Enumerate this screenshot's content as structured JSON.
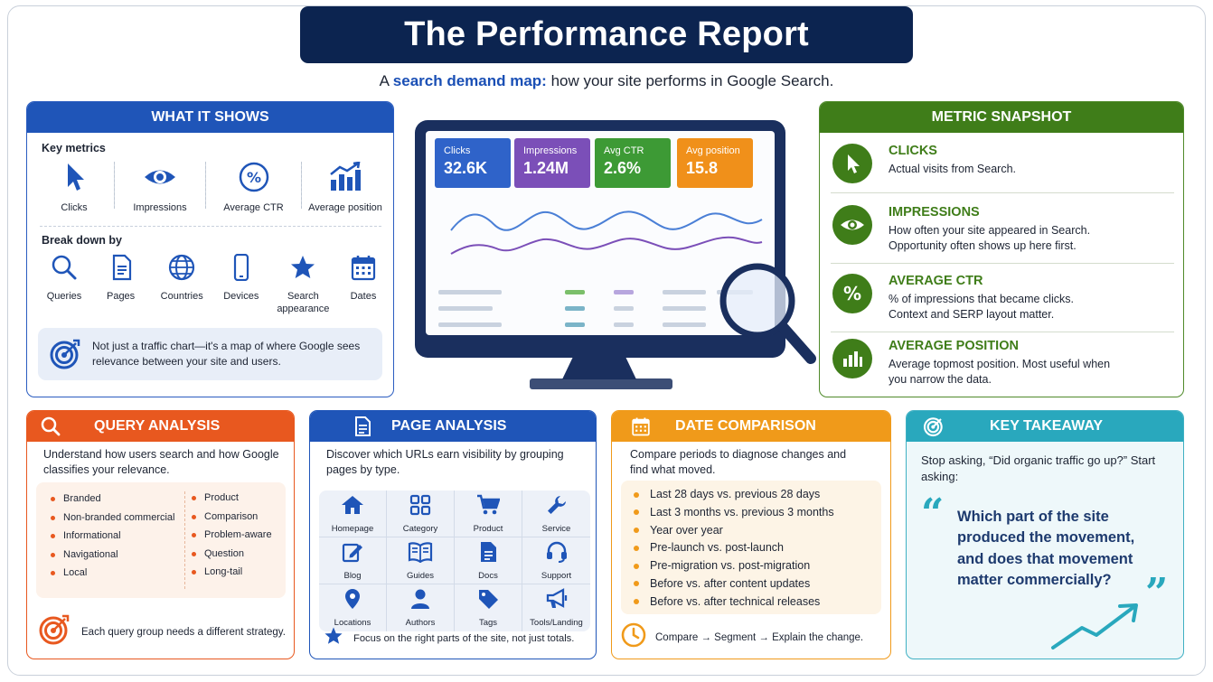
{
  "header": {
    "title": "The Performance Report",
    "subtitle_prefix": "A ",
    "subtitle_highlight": "search demand map:",
    "subtitle_suffix": " how your site performs in Google Search."
  },
  "what_it_shows": {
    "title": "WHAT IT SHOWS",
    "key_metrics_label": "Key metrics",
    "key_metrics": [
      "Clicks",
      "Impressions",
      "Average CTR",
      "Average position"
    ],
    "break_down_label": "Break down by",
    "breakdowns": [
      "Queries",
      "Pages",
      "Countries",
      "Devices",
      "Search appearance",
      "Dates"
    ],
    "note": "Not just a traffic chart—it's a map of where Google sees relevance between your site and users."
  },
  "dashboard": {
    "kpis": [
      {
        "label": "Clicks",
        "value": "32.6K",
        "color": "#2f63c9"
      },
      {
        "label": "Impressions",
        "value": "1.24M",
        "color": "#7b4fb8"
      },
      {
        "label": "Avg CTR",
        "value": "2.6%",
        "color": "#3d9a35"
      },
      {
        "label": "Avg position",
        "value": "15.8",
        "color": "#f0901a"
      }
    ]
  },
  "metric_snapshot": {
    "title": "METRIC SNAPSHOT",
    "items": [
      {
        "name": "CLICKS",
        "desc_1": "Actual visits from Search.",
        "desc_2": ""
      },
      {
        "name": "IMPRESSIONS",
        "desc_1": "How often your site appeared in Search.",
        "desc_2": "Opportunity often shows up here first."
      },
      {
        "name": "AVERAGE CTR",
        "desc_1": "% of impressions that became clicks.",
        "desc_2": "Context and SERP layout matter."
      },
      {
        "name": "AVERAGE POSITION",
        "desc_1": "Average topmost position. Most useful when",
        "desc_2": "you narrow the data."
      }
    ]
  },
  "query_analysis": {
    "title": "QUERY ANALYSIS",
    "intro": "Understand how users search and how Google classifies your relevance.",
    "col1": [
      "Branded",
      "Non-branded commercial",
      "Informational",
      "Navigational",
      "Local"
    ],
    "col2": [
      "Product",
      "Comparison",
      "Problem-aware",
      "Question",
      "Long-tail"
    ],
    "footer": "Each query group needs a different strategy."
  },
  "page_analysis": {
    "title": "PAGE ANALYSIS",
    "intro": "Discover which URLs earn visibility by grouping pages by type.",
    "types": [
      "Homepage",
      "Category",
      "Product",
      "Service",
      "Blog",
      "Guides",
      "Docs",
      "Support",
      "Locations",
      "Authors",
      "Tags",
      "Tools/Landing"
    ],
    "footer": "Focus on the right parts of the site, not just totals."
  },
  "date_comparison": {
    "title": "DATE COMPARISON",
    "intro": "Compare periods to diagnose changes and find what moved.",
    "items": [
      "Last 28 days vs. previous 28 days",
      "Last 3 months vs. previous 3 months",
      "Year over year",
      "Pre-launch vs. post-launch",
      "Pre-migration vs. post-migration",
      "Before vs. after content updates",
      "Before vs. after technical releases"
    ],
    "footer": "Compare → Segment → Explain the change."
  },
  "key_takeaway": {
    "title": "KEY TAKEAWAY",
    "intro": "Stop asking, “Did organic traffic go up?” Start asking:",
    "quote": "Which part of the site produced the movement, and does that movement matter commercially?"
  },
  "colors": {
    "navy": "#0c2450",
    "blue": "#1f55b8",
    "green": "#3f7d19",
    "orange": "#e8581f",
    "amber": "#f09a1a",
    "teal": "#29a8bd"
  }
}
